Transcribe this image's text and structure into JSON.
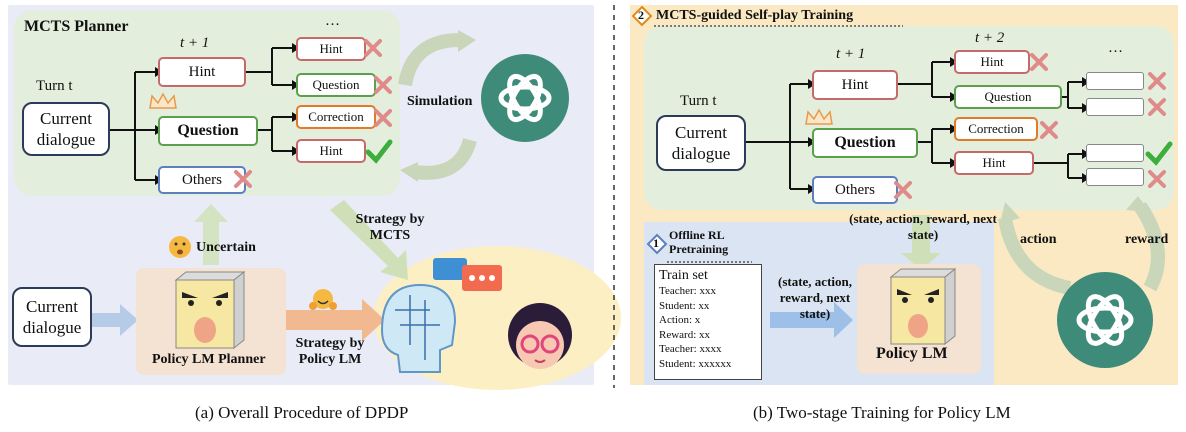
{
  "panel_a": {
    "title": "MCTS Planner",
    "time_t1": "t + 1",
    "ellipsis": "…",
    "turn_label": "Turn t",
    "current_dialogue": "Current dialogue",
    "nodes": {
      "hint": "Hint",
      "question": "Question",
      "others": "Others",
      "hint_leaf": "Hint",
      "question_leaf": "Question",
      "correction_leaf": "Correction",
      "hint_leaf2": "Hint"
    },
    "simulation": "Simulation",
    "uncertain": "Uncertain",
    "strategy_mcts": "Strategy by MCTS",
    "strategy_policy": "Strategy by Policy LM",
    "current_dialogue_bottom": "Current dialogue",
    "policy_planner": "Policy LM Planner",
    "caption": "(a)  Overall Procedure of DPDP"
  },
  "panel_b": {
    "stage2_num": "2",
    "stage2_title": "MCTS-guided Self-play Training",
    "time_t1": "t + 1",
    "time_t2": "t + 2",
    "ellipsis": "…",
    "turn_label": "Turn t",
    "current_dialogue": "Current dialogue",
    "nodes": {
      "hint": "Hint",
      "question": "Question",
      "others": "Others",
      "hint_leaf": "Hint",
      "question_leaf": "Question",
      "correction_leaf": "Correction",
      "hint_leaf2": "Hint"
    },
    "tuple_top": "(state, action, reward, next state)",
    "action": "action",
    "reward": "reward",
    "stage1_num": "1",
    "stage1_title": "Offline RL Pretraining",
    "trainset_title": "Train set",
    "trainset_lines": [
      "Teacher: xxx",
      "Student: xx",
      "Action: x",
      "Reward: xx",
      "Teacher: xxxx",
      "Student: xxxxxx"
    ],
    "tuple_mid": "(state, action, reward, next state)",
    "policy_lm": "Policy LM",
    "caption": "(b)  Two-stage Training for Policy LM"
  }
}
